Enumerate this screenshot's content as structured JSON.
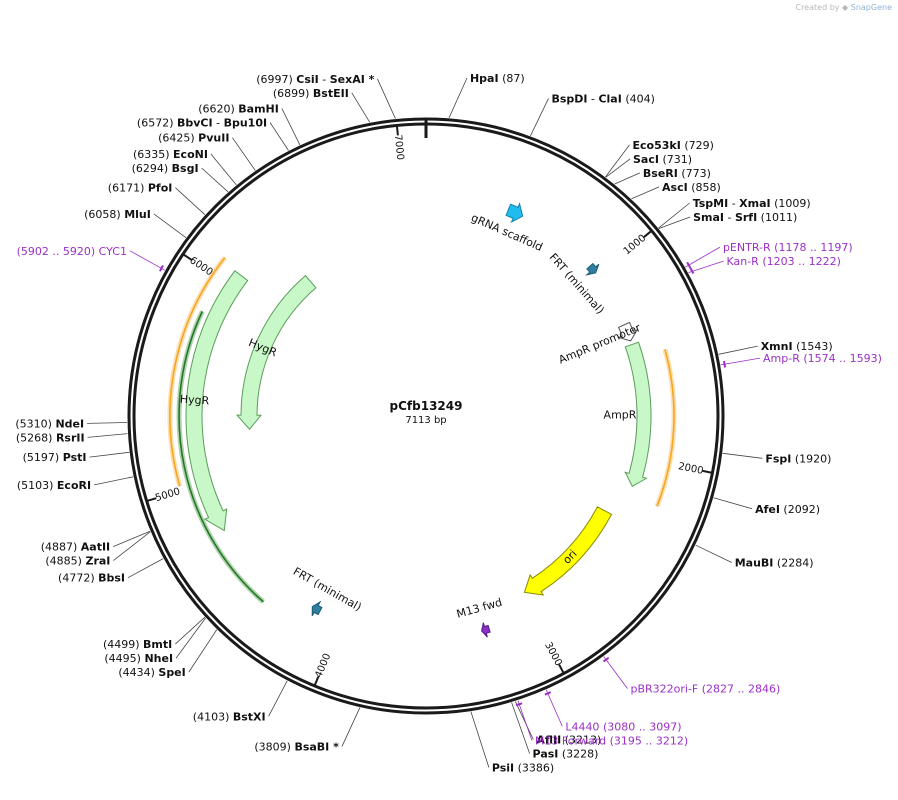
{
  "app": {
    "credit_prefix": "Created by",
    "credit_brand": "SnapGene"
  },
  "plasmid": {
    "name": "pCfb13249",
    "length": 7113,
    "length_label": "7113 bp"
  },
  "colors": {
    "backbone": "#1a1a1a",
    "label": "#111111",
    "primer": "#9b30c8",
    "leader": "#444444",
    "hygR": "#c8f7c8",
    "hygR_stroke": "#5a9e5a",
    "ampR": "#c8f7c8",
    "ori": "#ffff00",
    "ori_stroke": "#8a8a00",
    "grna": "#22bbee",
    "frt": "#2f7f9f",
    "m13": "#8a2fc8",
    "promoter": "#ffffff",
    "orf_orange": "#f5a623",
    "orf_green": "#1f7a1f"
  },
  "ticks": [
    {
      "bp": 1000,
      "label": "1000"
    },
    {
      "bp": 2000,
      "label": "2000"
    },
    {
      "bp": 3000,
      "label": "3000"
    },
    {
      "bp": 4000,
      "label": "4000"
    },
    {
      "bp": 5000,
      "label": "5000"
    },
    {
      "bp": 6000,
      "label": "6000"
    },
    {
      "bp": 7000,
      "label": "7000"
    }
  ],
  "sites": [
    {
      "bp": 6997,
      "pos": "(6997)",
      "name": "CsiI",
      "extra": "SexAI *"
    },
    {
      "bp": 6899,
      "pos": "(6899)",
      "name": "BstEII",
      "extra": ""
    },
    {
      "bp": 87,
      "pos": "(87)",
      "name": "HpaI",
      "extra": ""
    },
    {
      "bp": 404,
      "pos": "(404)",
      "name": "BspDI",
      "extra": "ClaI"
    },
    {
      "bp": 6620,
      "pos": "(6620)",
      "name": "BamHI",
      "extra": ""
    },
    {
      "bp": 6572,
      "pos": "(6572)",
      "name": "BbvCI",
      "extra": "Bpu10I"
    },
    {
      "bp": 6425,
      "pos": "(6425)",
      "name": "PvuII",
      "extra": ""
    },
    {
      "bp": 6335,
      "pos": "(6335)",
      "name": "EcoNI",
      "extra": ""
    },
    {
      "bp": 6294,
      "pos": "(6294)",
      "name": "BsgI",
      "extra": ""
    },
    {
      "bp": 6171,
      "pos": "(6171)",
      "name": "PfoI",
      "extra": ""
    },
    {
      "bp": 6058,
      "pos": "(6058)",
      "name": "MluI",
      "extra": ""
    },
    {
      "bp": 729,
      "pos": "(729)",
      "name": "Eco53kI",
      "extra": ""
    },
    {
      "bp": 731,
      "pos": "(731)",
      "name": "SacI",
      "extra": ""
    },
    {
      "bp": 773,
      "pos": "(773)",
      "name": "BseRI",
      "extra": ""
    },
    {
      "bp": 858,
      "pos": "(858)",
      "name": "AscI",
      "extra": ""
    },
    {
      "bp": 1009,
      "pos": "(1009)",
      "name": "TspMI",
      "extra": "XmaI"
    },
    {
      "bp": 1011,
      "pos": "(1011)",
      "name": "SmaI",
      "extra": "SrfI"
    },
    {
      "bp": 1543,
      "pos": "(1543)",
      "name": "XmnI",
      "extra": ""
    },
    {
      "bp": 1920,
      "pos": "(1920)",
      "name": "FspI",
      "extra": ""
    },
    {
      "bp": 2092,
      "pos": "(2092)",
      "name": "AfeI",
      "extra": ""
    },
    {
      "bp": 2284,
      "pos": "(2284)",
      "name": "MauBI",
      "extra": ""
    },
    {
      "bp": 5310,
      "pos": "(5310)",
      "name": "NdeI",
      "extra": ""
    },
    {
      "bp": 5268,
      "pos": "(5268)",
      "name": "RsrII",
      "extra": ""
    },
    {
      "bp": 5197,
      "pos": "(5197)",
      "name": "PstI",
      "extra": ""
    },
    {
      "bp": 5103,
      "pos": "(5103)",
      "name": "EcoRI",
      "extra": ""
    },
    {
      "bp": 4887,
      "pos": "(4887)",
      "name": "AatII",
      "extra": ""
    },
    {
      "bp": 4885,
      "pos": "(4885)",
      "name": "ZraI",
      "extra": ""
    },
    {
      "bp": 4772,
      "pos": "(4772)",
      "name": "BbsI",
      "extra": ""
    },
    {
      "bp": 4499,
      "pos": "(4499)",
      "name": "BmtI",
      "extra": ""
    },
    {
      "bp": 4495,
      "pos": "(4495)",
      "name": "NheI",
      "extra": ""
    },
    {
      "bp": 4434,
      "pos": "(4434)",
      "name": "SpeI",
      "extra": ""
    },
    {
      "bp": 4103,
      "pos": "(4103)",
      "name": "BstXI",
      "extra": ""
    },
    {
      "bp": 3809,
      "pos": "(3809)",
      "name": "BsaBI *",
      "extra": ""
    },
    {
      "bp": 3386,
      "pos": "(3386)",
      "name": "PsiI",
      "extra": ""
    },
    {
      "bp": 3228,
      "pos": "(3228)",
      "name": "PasI",
      "extra": ""
    },
    {
      "bp": 3213,
      "pos": "(3213)",
      "name": "AflII",
      "extra": ""
    }
  ],
  "primers": [
    {
      "bp": 5911,
      "name": "CYC1",
      "range": "(5902 .. 5920)"
    },
    {
      "bp": 1188,
      "name": "pENTR-R",
      "range": "(1178 .. 1197)"
    },
    {
      "bp": 1212,
      "name": "Kan-R",
      "range": "(1203 .. 1222)"
    },
    {
      "bp": 1584,
      "name": "Amp-R",
      "range": "(1574 .. 1593)"
    },
    {
      "bp": 2836,
      "name": "pBR322ori-F",
      "range": "(2827 .. 2846)"
    },
    {
      "bp": 3088,
      "name": "L4440",
      "range": "(3080 .. 3097)"
    },
    {
      "bp": 3203,
      "name": "M13 Forward",
      "range": "(3195 .. 3212)"
    }
  ],
  "features": [
    {
      "name": "HygR",
      "start": 6310,
      "end": 5250,
      "lane": "ring2",
      "type": "hygR"
    },
    {
      "name": "HygR",
      "start": 6070,
      "end": 4750,
      "lane": "ring1",
      "type": "hygR"
    },
    {
      "name": "AmpR",
      "start": 1400,
      "end": 2150,
      "lane": "amp",
      "type": "ampR"
    },
    {
      "name": "AmpR promoter",
      "start": 1290,
      "end": 1380,
      "lane": "amp",
      "type": "promoter"
    },
    {
      "name": "ori",
      "start": 2330,
      "end": 2980,
      "lane": "ori",
      "type": "ori"
    },
    {
      "name": "gRNA scaffold",
      "start": 430,
      "end": 510,
      "lane": "grna",
      "type": "grna"
    },
    {
      "name": "FRT (minimal)",
      "start": 940,
      "end": 985,
      "lane": "grna",
      "type": "frt"
    },
    {
      "name": "FRT (minimal)",
      "start": 4120,
      "end": 4165,
      "lane": "frt2",
      "type": "frt"
    },
    {
      "name": "M13 fwd",
      "start": 3230,
      "end": 3270,
      "lane": "m13",
      "type": "m13"
    }
  ],
  "orfs": [
    {
      "start": 1470,
      "end": 2200,
      "color": "orange"
    },
    {
      "start": 5020,
      "end": 6090,
      "color": "orange"
    },
    {
      "start": 4370,
      "end": 5830,
      "color": "green"
    }
  ]
}
